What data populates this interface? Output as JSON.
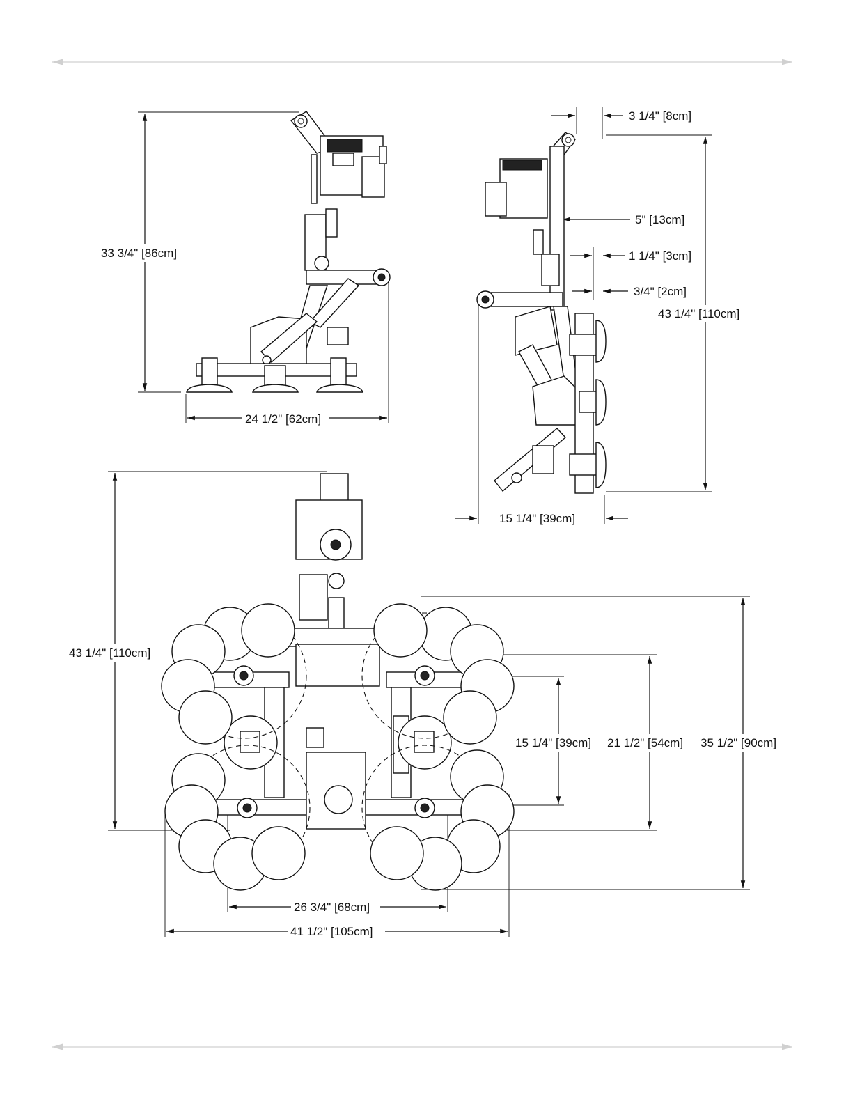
{
  "dimensions": {
    "side_height": "33 3/4\" [86cm]",
    "side_width": "24 1/2\" [62cm]",
    "profile_top_offset": "3 1/4\" [8cm]",
    "profile_offset_5": "5\" [13cm]",
    "profile_offset_1_25": "1 1/4\" [3cm]",
    "profile_offset_0_75": "3/4\" [2cm]",
    "profile_height": "43 1/4\" [110cm]",
    "profile_width": "15 1/4\" [39cm]",
    "plan_height": "43 1/4\" [110cm]",
    "plan_pad_spacing_1": "15 1/4\" [39cm]",
    "plan_pad_spacing_2": "21 1/2\" [54cm]",
    "plan_pad_spacing_3": "35 1/2\" [90cm]",
    "plan_width_inner": "26 3/4\" [68cm]",
    "plan_width_outer": "41 1/2\" [105cm]"
  }
}
